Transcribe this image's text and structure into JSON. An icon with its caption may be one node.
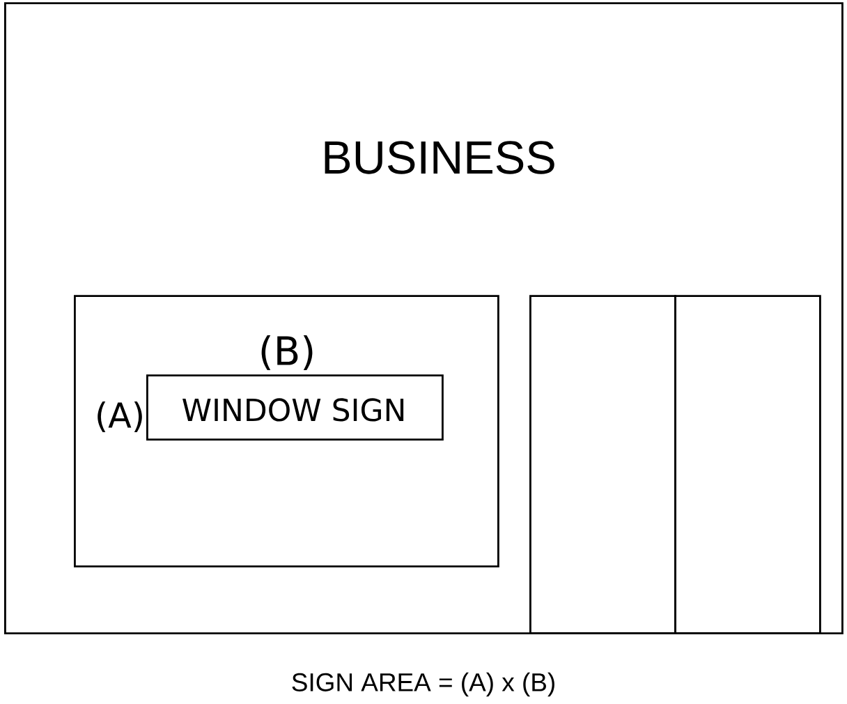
{
  "diagram": {
    "caption": "SIGN AREA = (A) x (B)",
    "nodes": [
      {
        "text": [
          "BUSINESS"
        ]
      },
      {
        "text": [],
        "shape": "box",
        "in": 0
      },
      {
        "text": [
          "WINDOW SIGN"
        ],
        "in": 1
      },
      {
        "text": [],
        "shape": "box",
        "in": 0
      },
      {
        "text": [],
        "shape": "box",
        "in": 0
      }
    ],
    "edges": [],
    "labels": [
      "(B)",
      "(A)"
    ]
  }
}
